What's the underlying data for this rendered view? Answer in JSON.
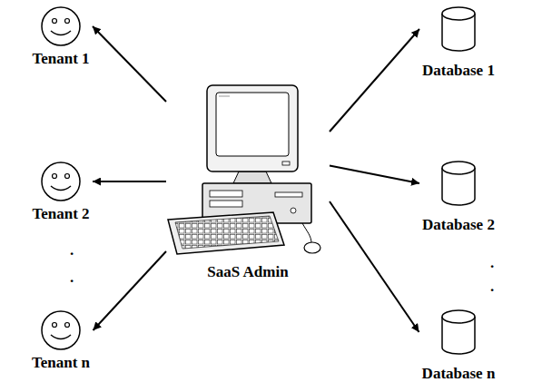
{
  "diagram": {
    "nodes": [
      {
        "text": [
          "Tenant 1"
        ]
      },
      {
        "text": [
          "Database 1"
        ]
      },
      {
        "text": [
          "Tenant 2"
        ]
      },
      {
        "text": [
          "SaaS Admin"
        ]
      },
      {
        "text": [
          "Database 2"
        ]
      },
      {
        "text": [
          "Tenant n"
        ]
      },
      {
        "text": [
          "Database n"
        ]
      }
    ],
    "edges": [
      {
        "from": 3,
        "to": 0,
        "arrow": "to"
      },
      {
        "from": 3,
        "to": 1,
        "arrow": "to"
      },
      {
        "from": 3,
        "to": 2,
        "arrow": "to"
      },
      {
        "from": 3,
        "to": 4,
        "arrow": "to"
      },
      {
        "from": 3,
        "to": 5,
        "arrow": "to"
      },
      {
        "from": 3,
        "to": 6,
        "arrow": "to"
      }
    ],
    "labels": [
      ".",
      ".",
      ".",
      "."
    ]
  }
}
